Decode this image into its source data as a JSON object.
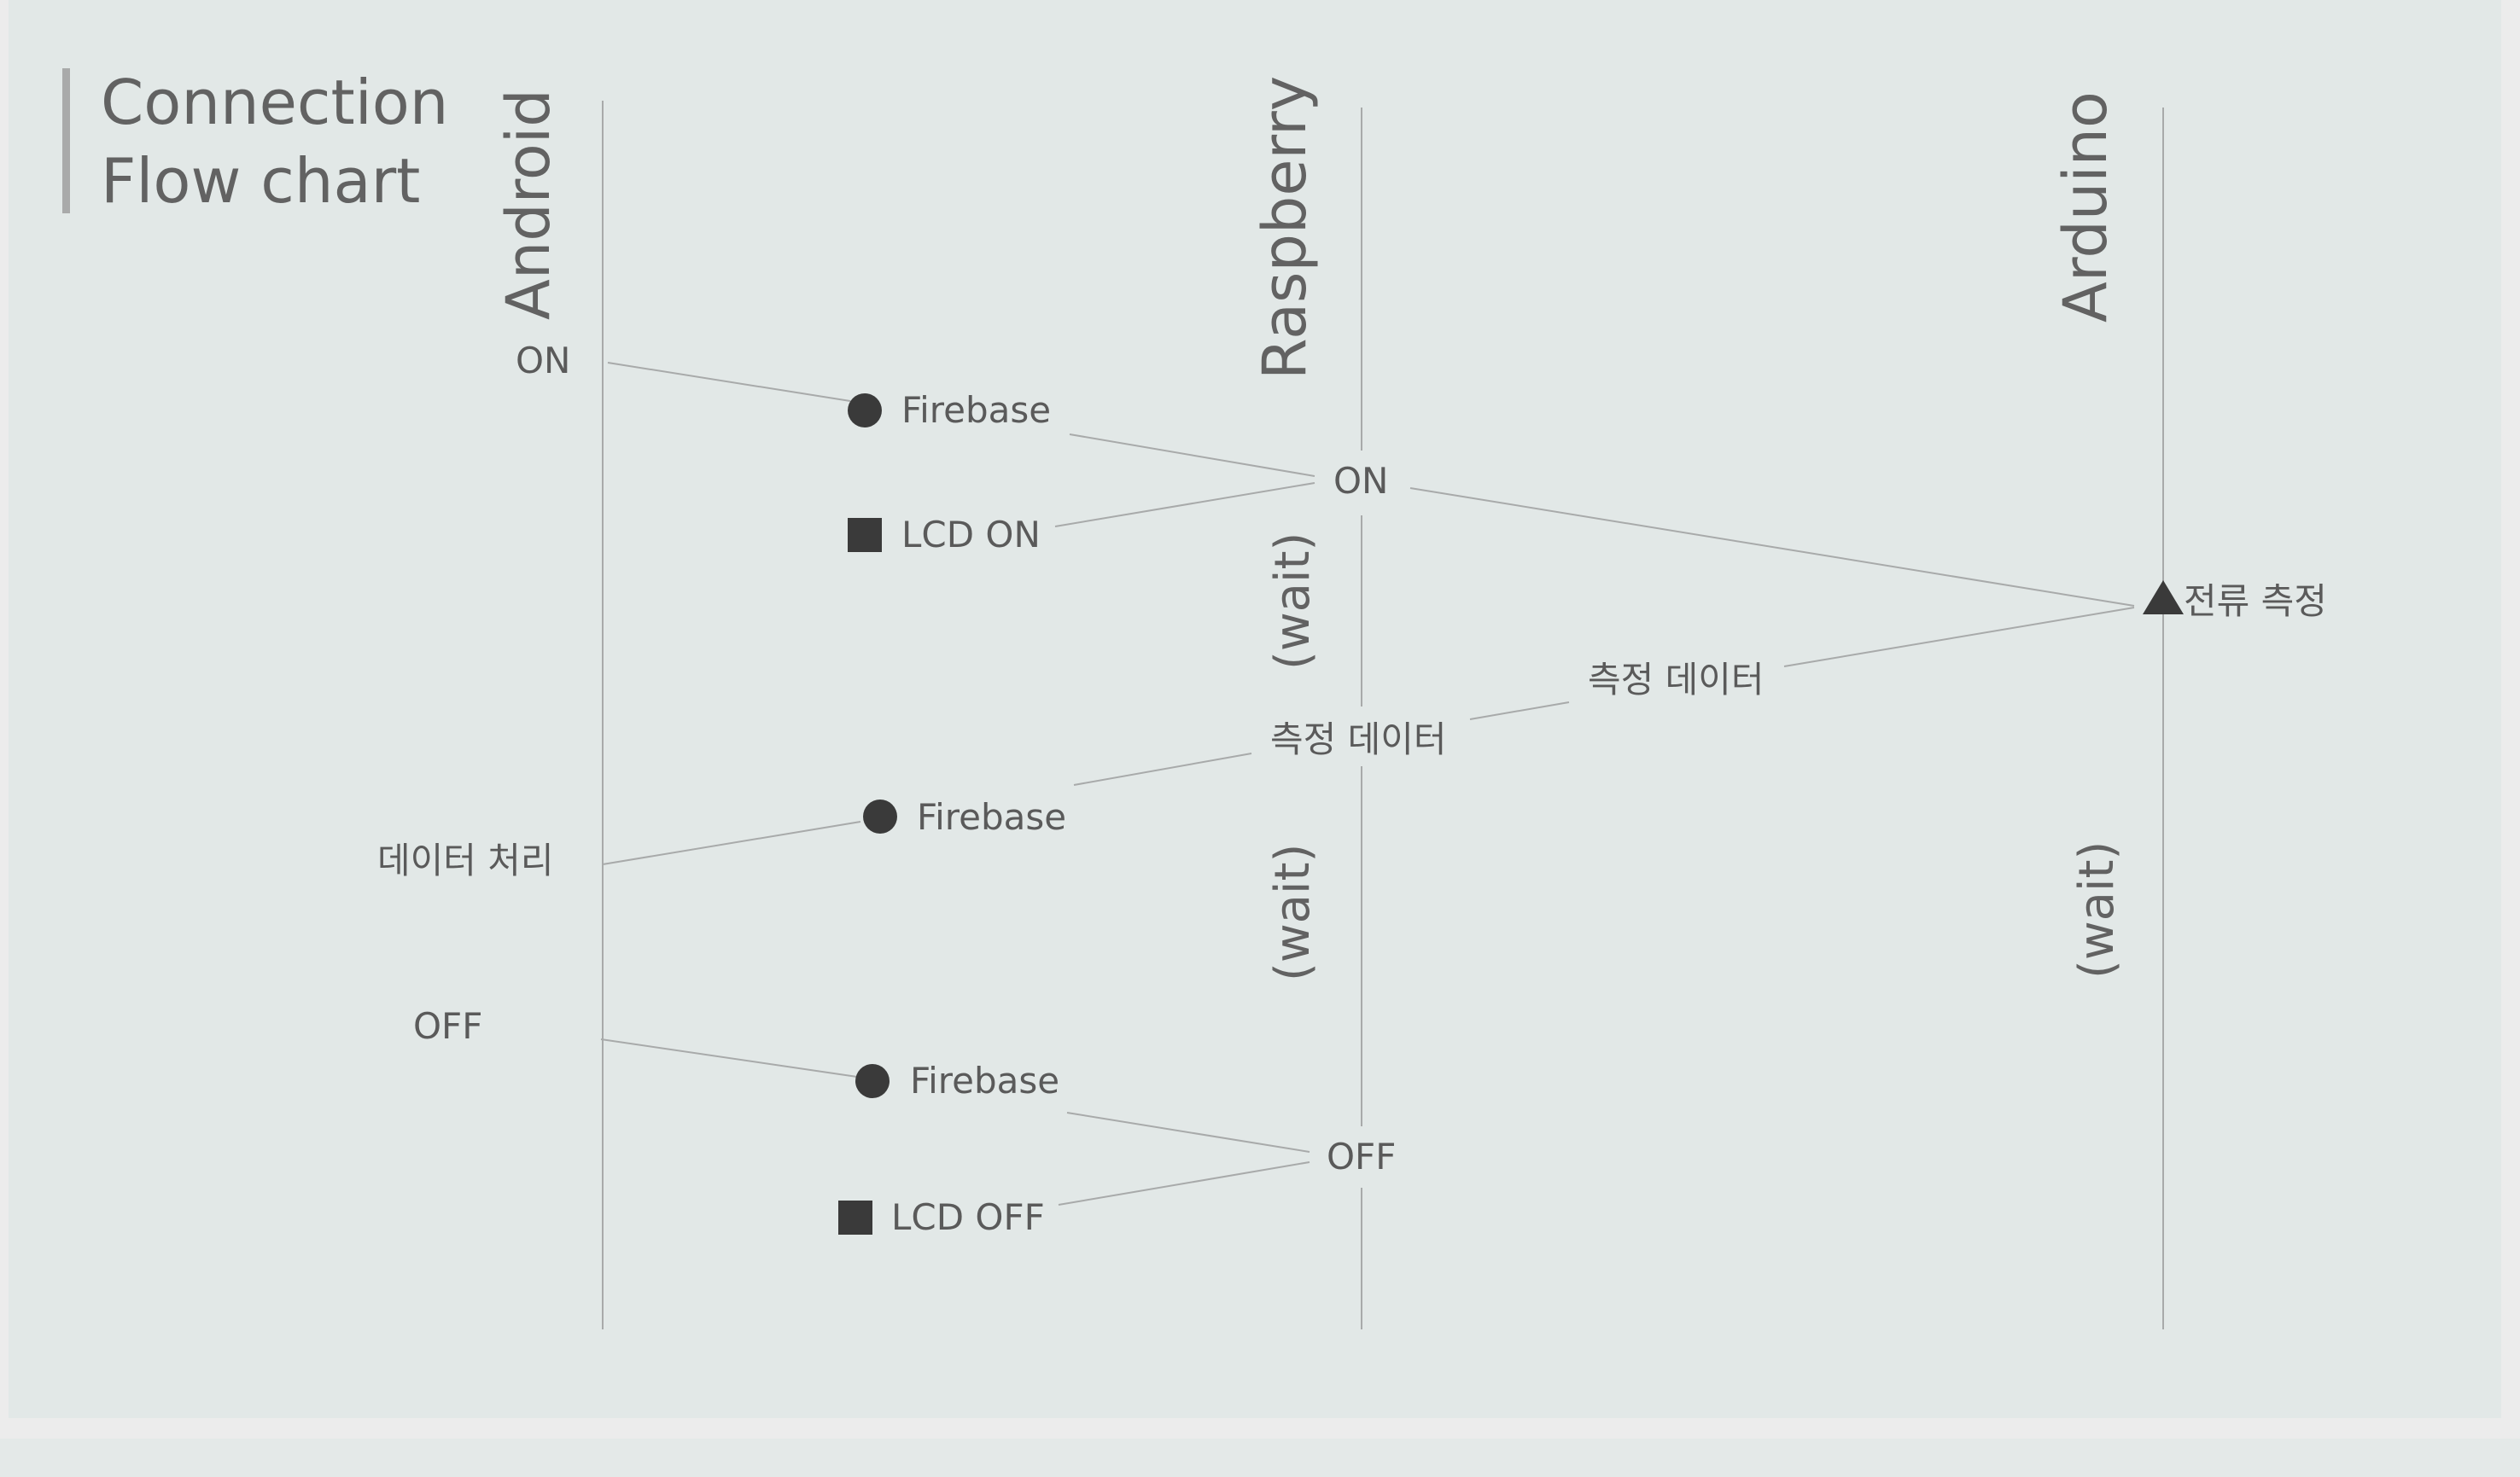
{
  "title": {
    "line1": "Connection",
    "line2": "Flow chart"
  },
  "lanes": {
    "android": "Android",
    "raspberry": "Raspberry",
    "arduino": "Arduino"
  },
  "labels": {
    "android_on": "ON",
    "firebase_1": "Firebase",
    "lcd_on": "LCD ON",
    "raspberry_on": "ON",
    "arduino_measure": "전류 측정",
    "measure_data_1": "측정 데이터",
    "measure_data_2": "측정 데이터",
    "firebase_2": "Firebase",
    "android_process": "데이터 처리",
    "android_off": "OFF",
    "firebase_3": "Firebase",
    "raspberry_off": "OFF",
    "lcd_off": "LCD OFF"
  },
  "waits": {
    "raspberry_wait_1": "(wait)",
    "raspberry_wait_2": "(wait)",
    "arduino_wait": "(wait)"
  },
  "colors": {
    "panel": "#e2e8e7",
    "lifeline": "#a8aaaa",
    "connector": "#a8aaaa",
    "marker": "#3a3a3a",
    "text": "#5a5a5a"
  }
}
